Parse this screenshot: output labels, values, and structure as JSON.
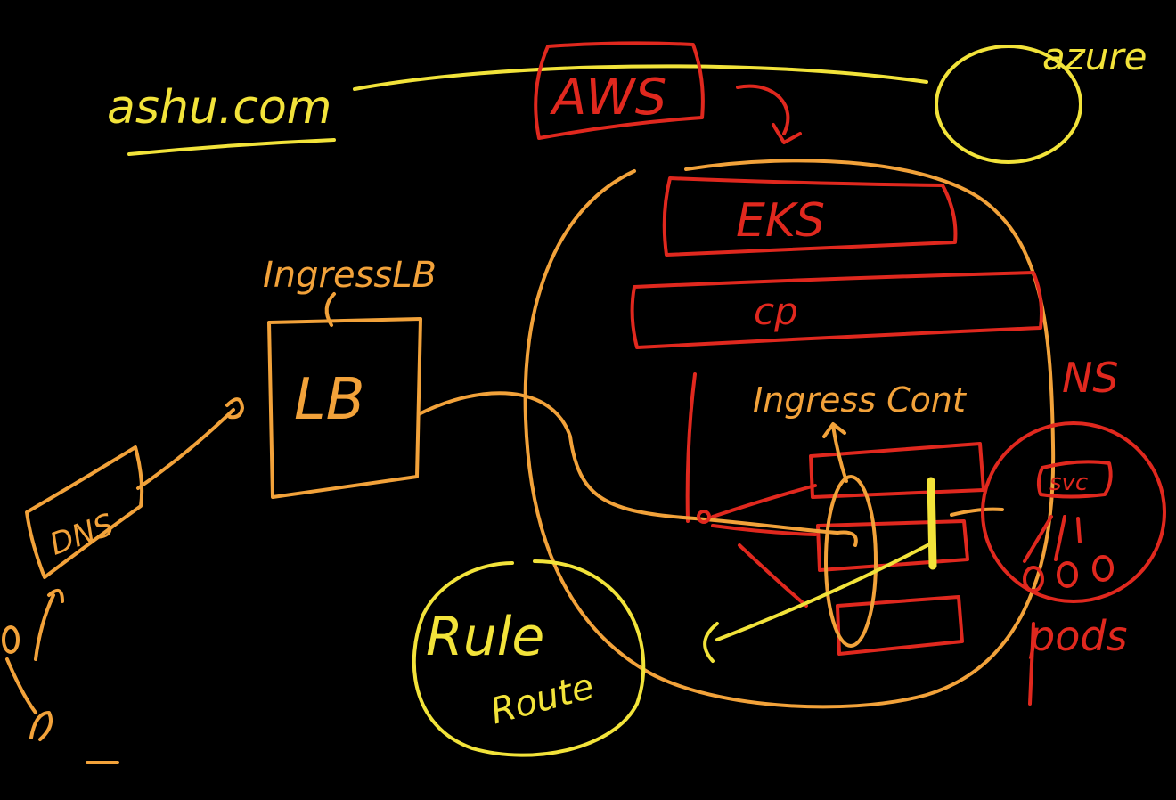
{
  "labels": {
    "domain": "ashu.com",
    "aws": "AWS",
    "azure": "azure",
    "eks": "EKS",
    "cp": "cp",
    "ingress_lb": "IngressLB",
    "lb": "LB",
    "dns": "DNS",
    "ingress_controller": "Ingress Cont",
    "ns": "NS",
    "svc": "svc",
    "pods": "pods",
    "rule_line1": "Rule",
    "rule_line2": "Route"
  },
  "colors": {
    "background": "#000000",
    "yellow": "#f2e33a",
    "orange": "#f2a23a",
    "red": "#e0281e"
  }
}
